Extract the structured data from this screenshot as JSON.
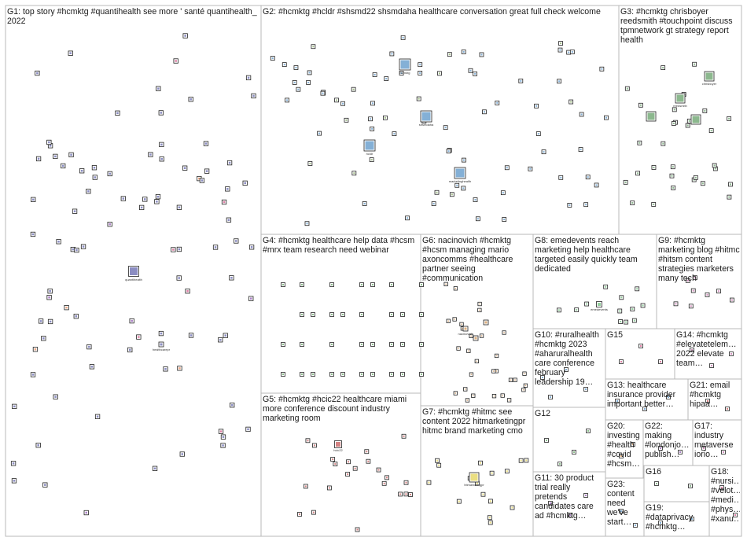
{
  "groups": {
    "g1": {
      "label": "G1: top story #hcmktg #quantihealth see more ' santé quantihealth_ 2022"
    },
    "g2": {
      "label": "G2: #hcmktg #hcldr #shsmd22 shsmdaha healthcare conversation great full check welcome"
    },
    "g3": {
      "label": "G3: #hcmktg chrisboyer reedsmith #touchpoint discuss tpmnetwork gt strategy report health"
    },
    "g4": {
      "label": "G4: #hcmktg healthcare help data #hcsm #mrx team research need webinar"
    },
    "g5": {
      "label": "G5: #hcmktg #hcic22 healthcare miami more conference discount industry marketing room"
    },
    "g6": {
      "label": "G6: nacinovich #hcmktg #hcsm managing mario axoncomms #healthcare partner seeing #communication"
    },
    "g7": {
      "label": "G7: #hcmktg #hitmc see content 2022 hitmarketingpr hitmc brand marketing cmo"
    },
    "g8": {
      "label": "G8: emedevents reach marketing help healthcare targeted easily quickly team dedicated"
    },
    "g9": {
      "label": "G9: #hcmktg marketing blog #hitmc #hitsm content strategies marketers many tech"
    },
    "g10": {
      "label": "G10: #ruralhealth #hcmktg 2023 #aharuralhealth care conference february leadership 19…"
    },
    "g11": {
      "label": "G11: 30 product trial really pretends candidates care ad #hcmktg…"
    },
    "g12": {
      "label": "G12"
    },
    "g13": {
      "label": "G13: healthcare insurance provider important better…"
    },
    "g14": {
      "label": "G14: #hcmktg #elevatetelem… 2022 elevate team…"
    },
    "g15": {
      "label": "G15"
    },
    "g16": {
      "label": "G16"
    },
    "g17": {
      "label": "G17: industry metaverse iorio…"
    },
    "g18": {
      "label": "G18: #nursi… #velot… #medi… #phys… #xanu…"
    },
    "g19": {
      "label": "G19: #dataprivacy #hcmktg…"
    },
    "g20": {
      "label": "G20: investing #health #covid #hcsm…"
    },
    "g21": {
      "label": "G21: email #hcmktg hipaa…"
    },
    "g22": {
      "label": "G22: making #londonjo… publish…"
    },
    "g23": {
      "label": "G23: content need we've start…"
    }
  },
  "colors": {
    "background": "#ffffff",
    "panel_border": "#b9b9b9",
    "edge": "#9b9b9b",
    "self_loop_highlight": "#e01010",
    "g1_nodes": "#2b2f8f",
    "g2_nodes": "#1f6fb5",
    "g3_nodes": "#2e7d32",
    "g4_nodes": "#2e8b2e",
    "g5_nodes": "#b01e1e",
    "g6_nodes": "#c0701a",
    "g7_nodes": "#d8c21a",
    "g8_nodes": "#39a64a",
    "g9_nodes": "#b03a8a"
  },
  "node_labels": {
    "g1_hub": "quantihealth",
    "g1_sub": "healthcarepr",
    "g2_hub": "shsmdaha",
    "g2_hub2": "hcldr",
    "g2_hub3": "marketinghealth",
    "g2_hub4": "hcmktg",
    "g3_hub": "chrisboyer",
    "g3_hub2": "reedsmith",
    "g5_hub": "hcic22",
    "g6_hub": "nacinovich",
    "g7_hub": "hitmarketingpr",
    "g8_hub": "emedevents"
  }
}
